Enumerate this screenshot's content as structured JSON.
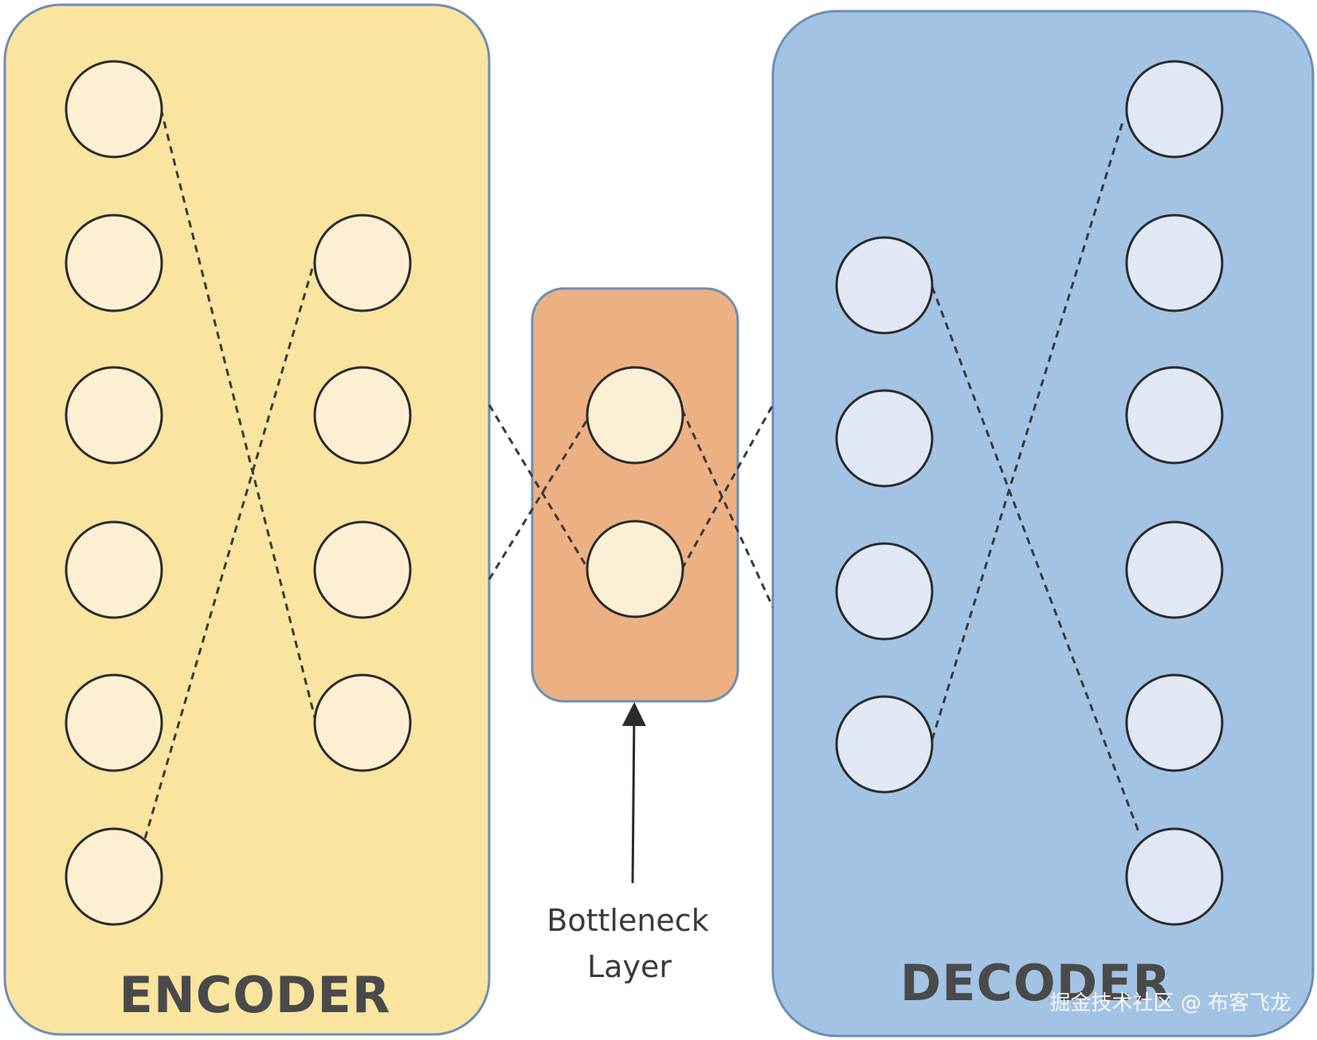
{
  "encoder": {
    "label": "ENCODER",
    "fill": "#f9e4a0",
    "neuron_fill": "#fdf0d2",
    "columns": [
      6,
      4
    ]
  },
  "bottleneck": {
    "fill": "#edb083",
    "neuron_fill": "#fbefd5",
    "neurons": 2,
    "caption_line1": "Bottleneck",
    "caption_line2": "Layer"
  },
  "decoder": {
    "label": "DECODER",
    "fill": "#a3c3e4",
    "neuron_fill": "#dfe8f4",
    "columns": [
      4,
      6
    ]
  },
  "watermark": "掘金技术社区 @ 布客飞龙",
  "colors": {
    "outline": "#6b8fb5",
    "line": "#3a3a3a"
  }
}
